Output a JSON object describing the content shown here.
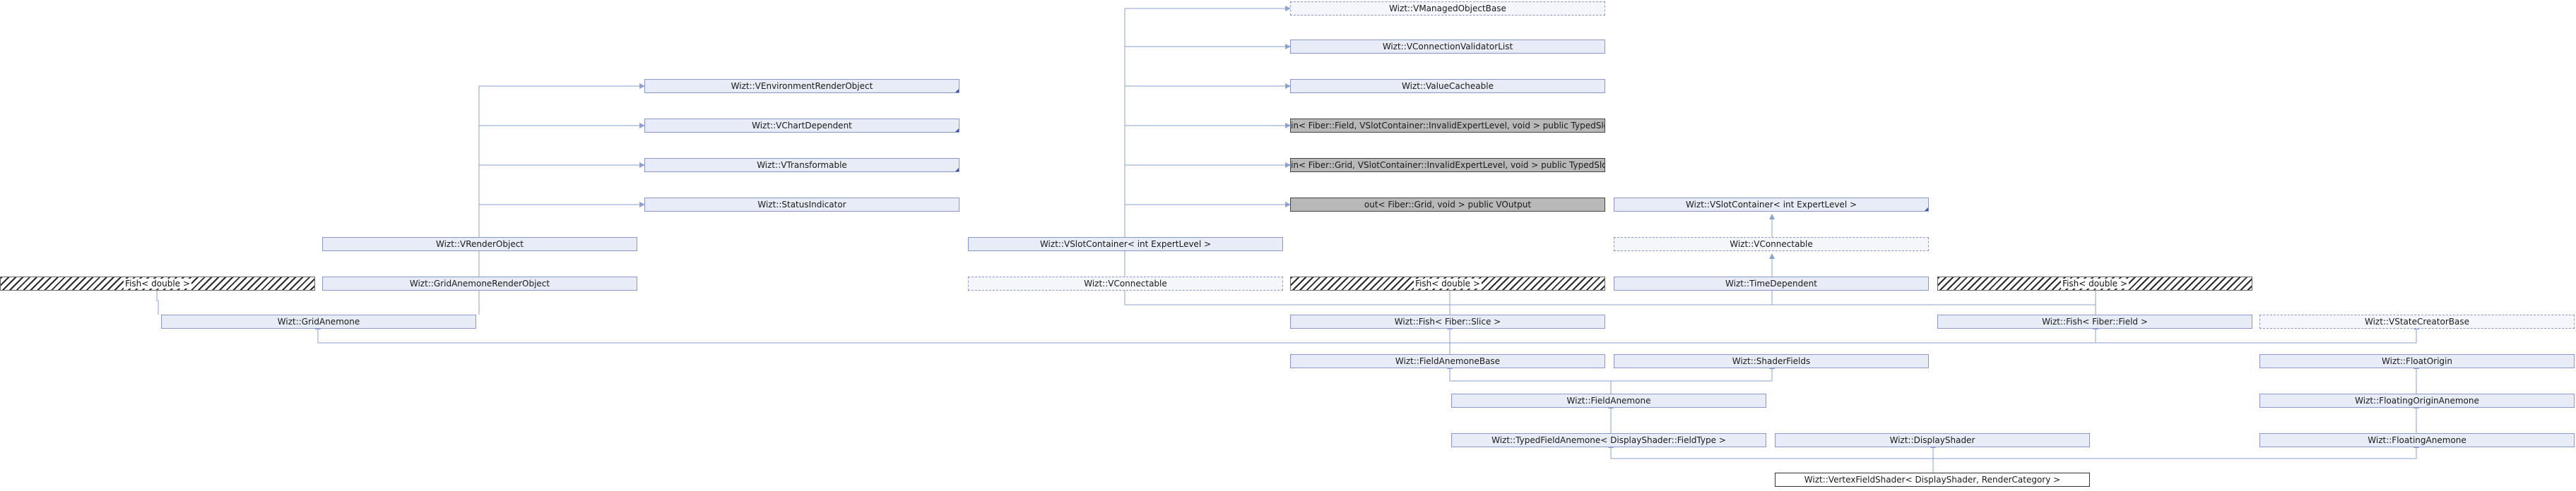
{
  "colors": {
    "edge": "#8aa2d6",
    "node_fill": "#e8ecf6",
    "node_border": "#8899c9",
    "highlight": "#b8b8b8"
  },
  "nodes": [
    {
      "id": "managedobjectbase",
      "label": "Wizt::VManagedObjectBase",
      "style": "dashed"
    },
    {
      "id": "connectionvalidatorlist",
      "label": "Wizt::VConnectionValidatorList",
      "style": "normal"
    },
    {
      "id": "valuecacheable",
      "label": "Wizt::ValueCacheable",
      "style": "normal"
    },
    {
      "id": "in-field-typedslot",
      "label": "in< Fiber::Field, VSlotContainer::InvalidExpertLevel, void > public TypedSlot",
      "style": "grey"
    },
    {
      "id": "in-grid-typedslot",
      "label": "in< Fiber::Grid, VSlotContainer::InvalidExpertLevel, void > public TypedSlot",
      "style": "grey"
    },
    {
      "id": "out-grid-voutput",
      "label": "out< Fiber::Grid, void > public VOutput",
      "style": "grey"
    },
    {
      "id": "environmentrenderobject",
      "label": "Wizt::VEnvironmentRenderObject",
      "style": "normal",
      "corner": true
    },
    {
      "id": "chartdependent",
      "label": "Wizt::VChartDependent",
      "style": "normal",
      "corner": true
    },
    {
      "id": "transformable",
      "label": "Wizt::VTransformable",
      "style": "normal",
      "corner": true
    },
    {
      "id": "statusindicator",
      "label": "Wizt::StatusIndicator",
      "style": "normal"
    },
    {
      "id": "renderobject",
      "label": "Wizt::VRenderObject",
      "style": "normal"
    },
    {
      "id": "slotcontainer-left",
      "label": "Wizt::VSlotContainer< int ExpertLevel >",
      "style": "normal"
    },
    {
      "id": "slotcontainer-right",
      "label": "Wizt::VSlotContainer< int ExpertLevel >",
      "style": "normal",
      "corner": true
    },
    {
      "id": "connectable-right",
      "label": "Wizt::VConnectable",
      "style": "dashed"
    },
    {
      "id": "fish-double-1",
      "label": "Fish< double >",
      "style": "hatched"
    },
    {
      "id": "gridanemonerenderobject",
      "label": "Wizt::GridAnemoneRenderObject",
      "style": "normal"
    },
    {
      "id": "connectable-mid",
      "label": "Wizt::VConnectable",
      "style": "dashed"
    },
    {
      "id": "fish-double-2",
      "label": "Fish< double >",
      "style": "hatched"
    },
    {
      "id": "timedependent",
      "label": "Wizt::TimeDependent",
      "style": "normal"
    },
    {
      "id": "fish-double-3",
      "label": "Fish< double >",
      "style": "hatched"
    },
    {
      "id": "gridanemone",
      "label": "Wizt::GridAnemone",
      "style": "normal"
    },
    {
      "id": "fish-slice",
      "label": "Wizt::Fish< Fiber::Slice >",
      "style": "normal"
    },
    {
      "id": "fish-field",
      "label": "Wizt::Fish< Fiber::Field >",
      "style": "normal"
    },
    {
      "id": "statecreatorbase",
      "label": "Wizt::VStateCreatorBase",
      "style": "dashed"
    },
    {
      "id": "fieldanemonebase",
      "label": "Wizt::FieldAnemoneBase",
      "style": "normal"
    },
    {
      "id": "shaderfields",
      "label": "Wizt::ShaderFields",
      "style": "normal"
    },
    {
      "id": "floatorigin",
      "label": "Wizt::FloatOrigin",
      "style": "normal"
    },
    {
      "id": "fieldanemone",
      "label": "Wizt::FieldAnemone",
      "style": "normal"
    },
    {
      "id": "floatingoriginanemone",
      "label": "Wizt::FloatingOriginAnemone",
      "style": "normal"
    },
    {
      "id": "typedfieldanemone",
      "label": "Wizt::TypedFieldAnemone< DisplayShader::FieldType >",
      "style": "normal"
    },
    {
      "id": "displayshader",
      "label": "Wizt::DisplayShader",
      "style": "normal"
    },
    {
      "id": "floatinganemone",
      "label": "Wizt::FloatingAnemone",
      "style": "normal"
    },
    {
      "id": "vertexfieldshader",
      "label": "Wizt::VertexFieldShader< DisplayShader, RenderCategory >",
      "style": "white"
    }
  ]
}
